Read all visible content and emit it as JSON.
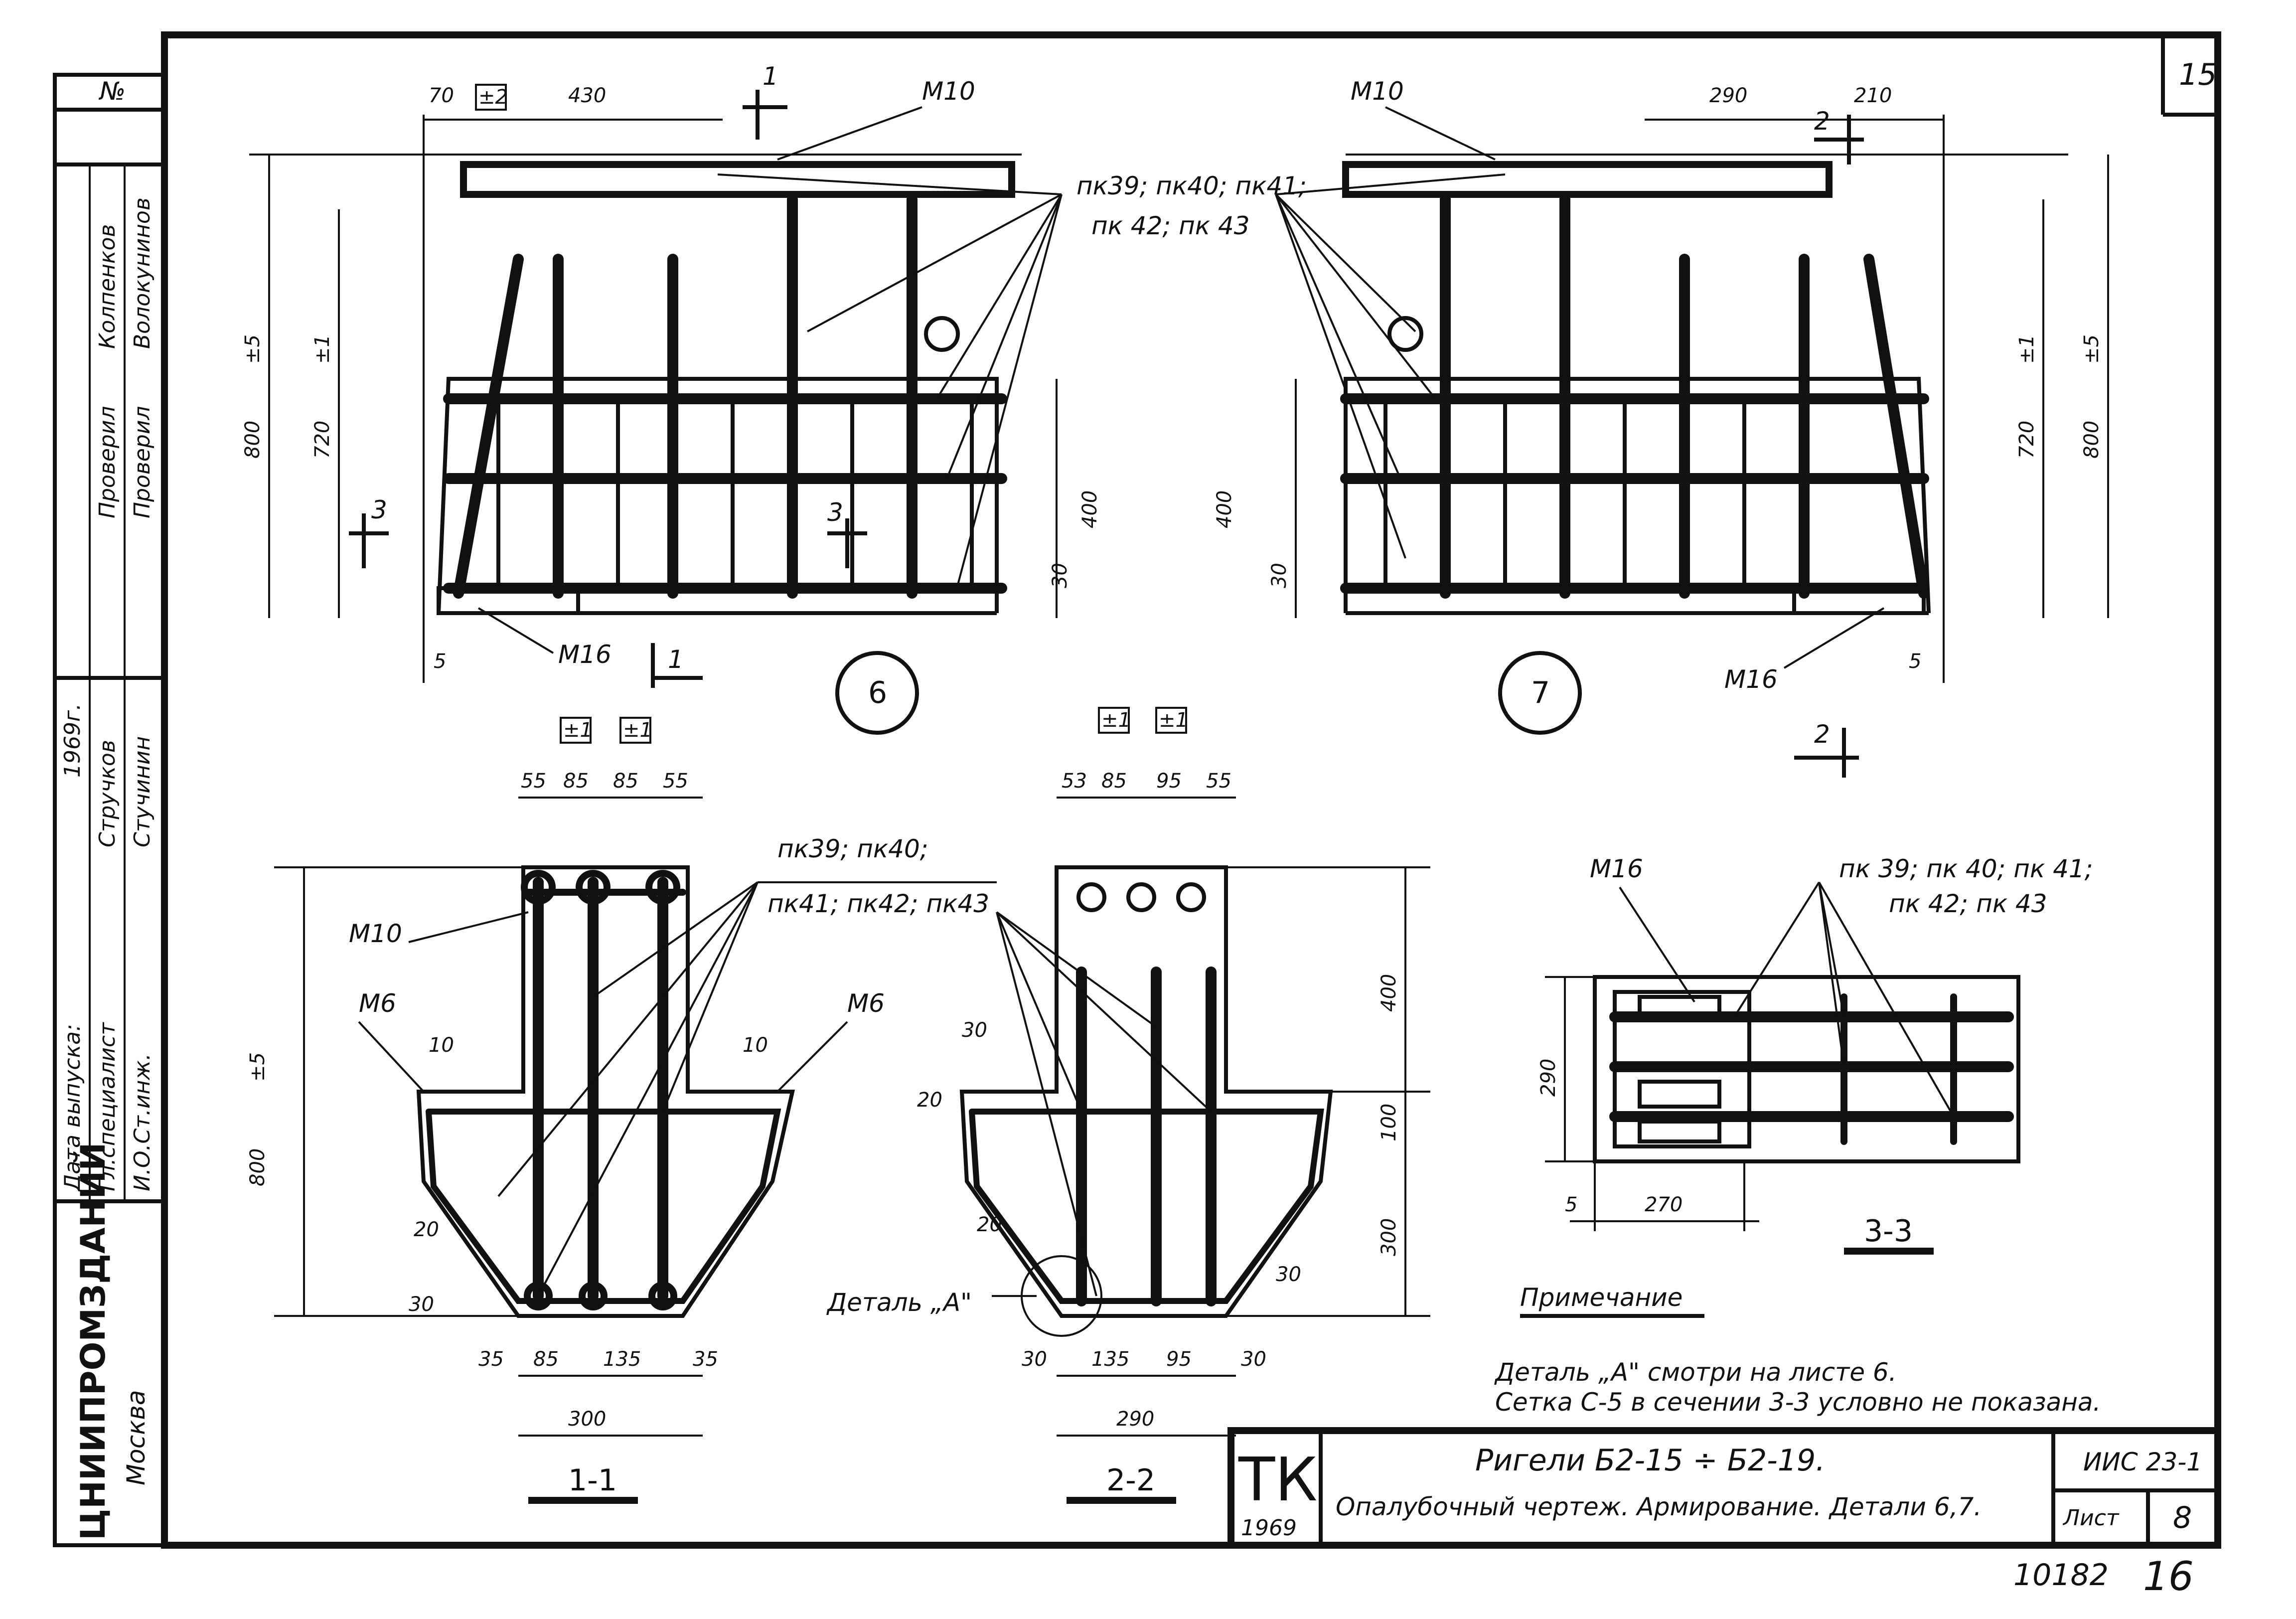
{
  "sheet_no_corner": "15",
  "stamp": {
    "no_label": "№",
    "org": "ЦНИИПРОМЗДАНИЙ",
    "city": "Москва",
    "rows": [
      {
        "role": "Проверил",
        "name": "Колпенков"
      },
      {
        "role": "Проверил",
        "name": "Волокунинов"
      },
      {
        "role": "Гл.специалист",
        "name": "Стручков"
      },
      {
        "role": "И.О.Ст.инж.",
        "name": "Стучинин"
      }
    ],
    "release_label": "Дата выпуска:",
    "release_year": "1969г."
  },
  "detail6": {
    "badge": "6",
    "dims_top": [
      "70",
      "±2",
      "430"
    ],
    "dims_left": [
      "800",
      "720"
    ],
    "tol_left": [
      "±5",
      "±1"
    ],
    "dim_right": [
      "400",
      "30"
    ],
    "dim_bottom": "5",
    "mark_m10": "М10",
    "mark_m16": "М16",
    "sec1": "1",
    "sec3": "3",
    "callout": [
      "пк39; пк40; пк41;",
      "пк 42; пк 43"
    ]
  },
  "detail7": {
    "badge": "7",
    "dims_top": [
      "290",
      "210"
    ],
    "dims_right": [
      "720",
      "800"
    ],
    "tol_right": [
      "±1",
      "±5"
    ],
    "dim_left": [
      "400",
      "30"
    ],
    "dim_bottom": "5",
    "mark_m10": "М10",
    "mark_m16": "М16",
    "sec2": "2"
  },
  "section11": {
    "title": "1-1",
    "tol": [
      "±1",
      "±1",
      "±5"
    ],
    "dims_top": [
      "55",
      "85",
      "85",
      "55"
    ],
    "dims_bottom": [
      "35",
      "85",
      "135",
      "35"
    ],
    "dim_total": "300",
    "dim_left": "800",
    "dims_small": [
      "10",
      "10",
      "20",
      "30"
    ],
    "marks": [
      "М10",
      "М6",
      "М6"
    ],
    "callout": [
      "пк39; пк40;",
      "пк41; пк42; пк43"
    ]
  },
  "section22": {
    "title": "2-2",
    "tol": [
      "±1",
      "±1"
    ],
    "dims_top": [
      "53",
      "85",
      "95",
      "55"
    ],
    "dims_bottom": [
      "30",
      "135",
      "95",
      "30"
    ],
    "dim_total": "290",
    "dims_right": [
      "400",
      "100",
      "300"
    ],
    "dims_small": [
      "30",
      "20",
      "20",
      "30"
    ],
    "detail_label": "Деталь „А\""
  },
  "section33": {
    "title": "3-3",
    "mark": "М16",
    "callout": [
      "пк 39; пк 40; пк 41;",
      "пк 42; пк 43"
    ],
    "dim_left": "290",
    "dims_bottom": [
      "5",
      "270"
    ]
  },
  "note": {
    "title": "Примечание",
    "lines": [
      "Деталь „А\" смотри на листе 6.",
      "Сетка С-5 в сечении 3-3 условно не показана."
    ]
  },
  "titleblock": {
    "tk": "ТК",
    "year": "1969",
    "title1": "Ригели Б2-15 ÷ Б2-19.",
    "title2": "Опалубочный чертеж. Армирование. Детали 6,7.",
    "series": "ИИС 23-1",
    "sheet_label": "Лист",
    "sheet": "8"
  },
  "footer": {
    "num": "10182",
    "page": "16"
  }
}
